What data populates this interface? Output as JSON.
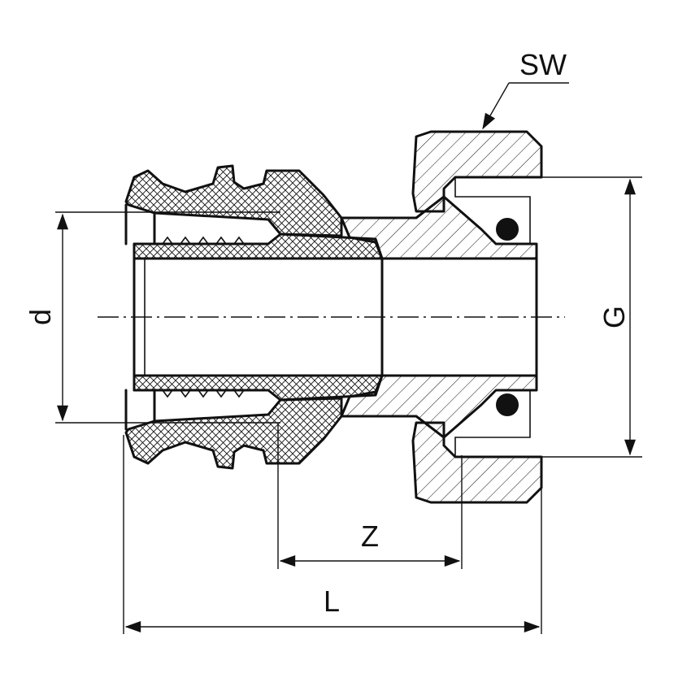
{
  "labels": {
    "sw": "SW",
    "d": "d",
    "g": "G",
    "z": "Z",
    "l": "L"
  },
  "colors": {
    "line": "#111111",
    "background": "#ffffff"
  }
}
